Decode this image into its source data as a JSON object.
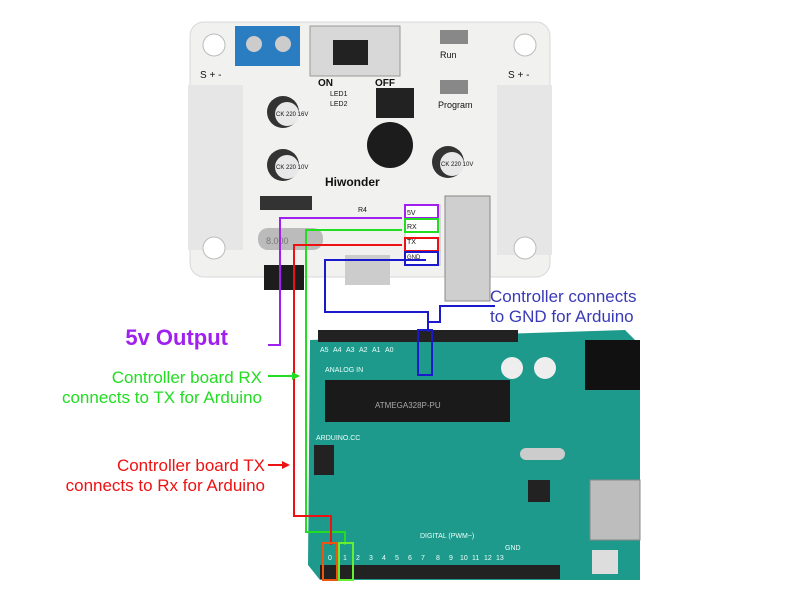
{
  "annotations": {
    "gnd_line1": "Controller connects",
    "gnd_line2": "to GND for Arduino",
    "five_v": "5v Output",
    "rx_line1": "Controller board RX",
    "rx_line2": "connects to TX for Arduino",
    "tx_line1": "Controller board TX",
    "tx_line2": "connects to Rx for Arduino"
  },
  "controller_board": {
    "logo": "Hiwonder",
    "switch_on": "ON",
    "switch_off": "OFF",
    "run": "Run",
    "program": "Program",
    "led1": "LED1",
    "led2": "LED2",
    "cap1": "CK 220 16V",
    "cap2": "CK 220 10V",
    "cap3": "CK 220 10V",
    "servo_left": "S + -",
    "servo_right": "S + -",
    "pins": [
      "5V",
      "RX",
      "TX",
      "GND"
    ],
    "resistor": "R4",
    "crystal": "8.000"
  },
  "arduino": {
    "chip": "ATMEGA328P-PU",
    "brand": "ARDUINO.CC",
    "analog_label": "ANALOG IN",
    "analog_pins": [
      "A0",
      "A1",
      "A2",
      "A3",
      "A4",
      "A5"
    ],
    "digital_label": "DIGITAL (PWM~)",
    "digital_pins": [
      "0",
      "1",
      "2",
      "3",
      "4",
      "5",
      "6",
      "7",
      "8",
      "9",
      "10",
      "11",
      "12",
      "13"
    ],
    "gnd": "GND"
  },
  "colors": {
    "purple": "#a020f0",
    "green": "#22dd22",
    "red": "#ee1111",
    "blue": "#1a1acc",
    "pcb_teal": "#1e9a8c"
  }
}
